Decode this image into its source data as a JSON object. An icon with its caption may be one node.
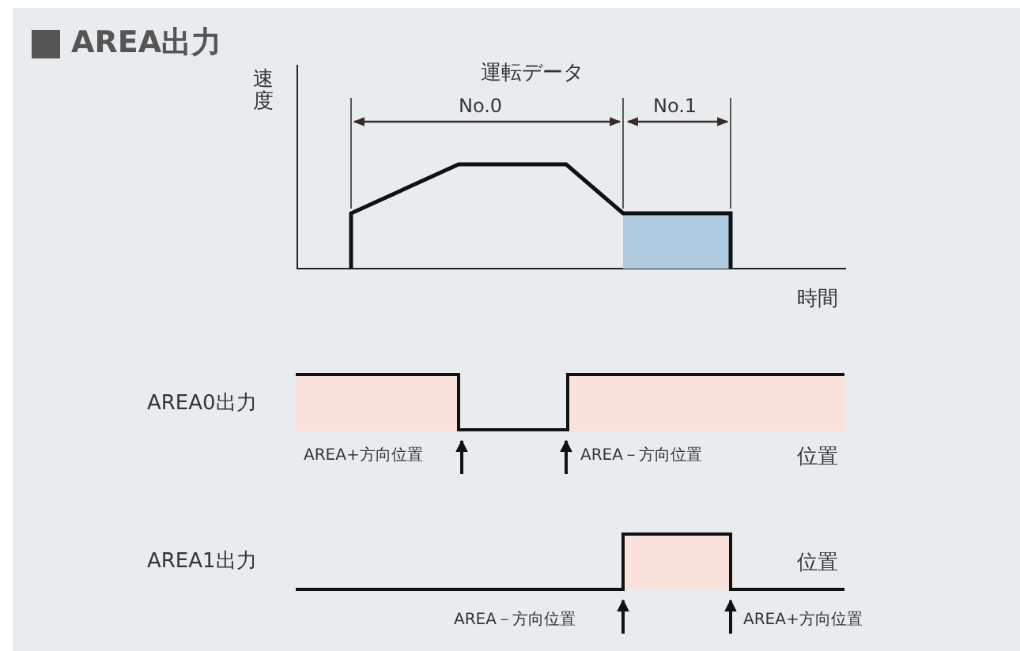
{
  "diagram": {
    "title": "AREA出力",
    "labels": [
      "速度",
      "運転データ",
      "No.0",
      "No.1",
      "時間",
      "AREA0出力",
      "AREA+方向位置",
      "AREA－方向位置",
      "位置",
      "AREA1出力",
      "位置",
      "AREA－方向位置",
      "AREA+方向位置"
    ]
  }
}
